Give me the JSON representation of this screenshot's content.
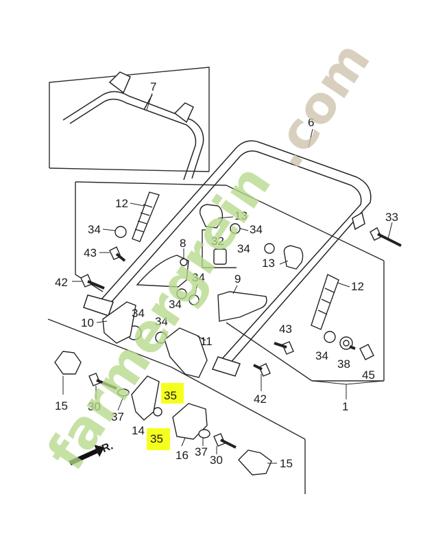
{
  "diagram": {
    "labels": [
      {
        "id": "p7",
        "text": "7"
      },
      {
        "id": "p6",
        "text": "6"
      },
      {
        "id": "p12a",
        "text": "12"
      },
      {
        "id": "p13a",
        "text": "13"
      },
      {
        "id": "p34a",
        "text": "34"
      },
      {
        "id": "p33",
        "text": "33"
      },
      {
        "id": "p34b",
        "text": "34"
      },
      {
        "id": "p8",
        "text": "8"
      },
      {
        "id": "p32",
        "text": "32"
      },
      {
        "id": "p34c",
        "text": "34"
      },
      {
        "id": "p13b",
        "text": "13"
      },
      {
        "id": "p43a",
        "text": "43"
      },
      {
        "id": "p42a",
        "text": "42"
      },
      {
        "id": "p34d",
        "text": "34"
      },
      {
        "id": "p9",
        "text": "9"
      },
      {
        "id": "p12b",
        "text": "12"
      },
      {
        "id": "p34e",
        "text": "34"
      },
      {
        "id": "p10",
        "text": "10"
      },
      {
        "id": "p34f",
        "text": "34"
      },
      {
        "id": "p34g",
        "text": "34"
      },
      {
        "id": "p11",
        "text": "11"
      },
      {
        "id": "p43b",
        "text": "43"
      },
      {
        "id": "p34h",
        "text": "34"
      },
      {
        "id": "p38",
        "text": "38"
      },
      {
        "id": "p45",
        "text": "45"
      },
      {
        "id": "p15a",
        "text": "15"
      },
      {
        "id": "p30a",
        "text": "30"
      },
      {
        "id": "p37a",
        "text": "37"
      },
      {
        "id": "p14",
        "text": "14"
      },
      {
        "id": "p35a",
        "text": "35"
      },
      {
        "id": "p35b",
        "text": "35"
      },
      {
        "id": "p16",
        "text": "16"
      },
      {
        "id": "p37b",
        "text": "37"
      },
      {
        "id": "p30b",
        "text": "30"
      },
      {
        "id": "p15b",
        "text": "15"
      },
      {
        "id": "p42b",
        "text": "42"
      },
      {
        "id": "p1",
        "text": "1"
      },
      {
        "id": "pfr",
        "text": "FR."
      }
    ],
    "highlight_color": "#f5ff1e",
    "watermark": {
      "text_main": "farmergrein",
      "text_suffix": ".com",
      "colors": [
        "#b6d98a",
        "#cdc1ad"
      ]
    }
  }
}
